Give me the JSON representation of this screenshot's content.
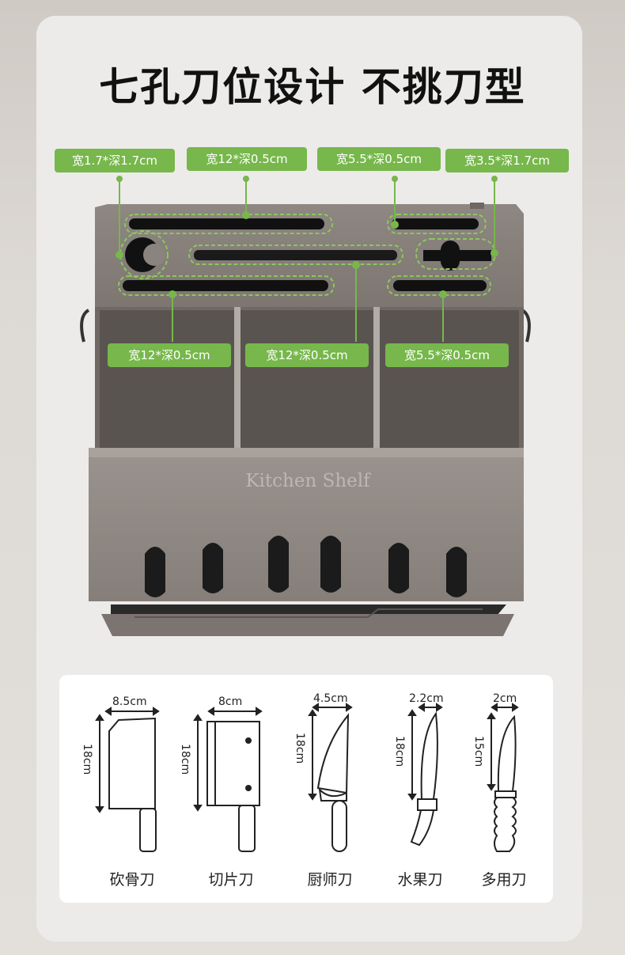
{
  "title": "七孔刀位设计 不挑刀型",
  "brand": "Kitchen Shelf",
  "colors": {
    "accent": "#77b74b",
    "product": "#8f8782"
  },
  "slot_tags": [
    "宽1.7*深1.7cm",
    "宽12*深0.5cm",
    "宽5.5*深0.5cm",
    "宽3.5*深1.7cm",
    "宽12*深0.5cm",
    "宽12*深0.5cm",
    "宽5.5*深0.5cm"
  ],
  "knives": [
    {
      "name": "砍骨刀",
      "width": "8.5cm",
      "length": "18cm",
      "icon": "cleaver-icon"
    },
    {
      "name": "切片刀",
      "width": "8cm",
      "length": "18cm",
      "icon": "slicing-knife-icon"
    },
    {
      "name": "厨师刀",
      "width": "4.5cm",
      "length": "18cm",
      "icon": "chef-knife-icon"
    },
    {
      "name": "水果刀",
      "width": "2.2cm",
      "length": "18cm",
      "icon": "fruit-knife-icon"
    },
    {
      "name": "多用刀",
      "width": "2cm",
      "length": "15cm",
      "icon": "utility-knife-icon"
    }
  ]
}
